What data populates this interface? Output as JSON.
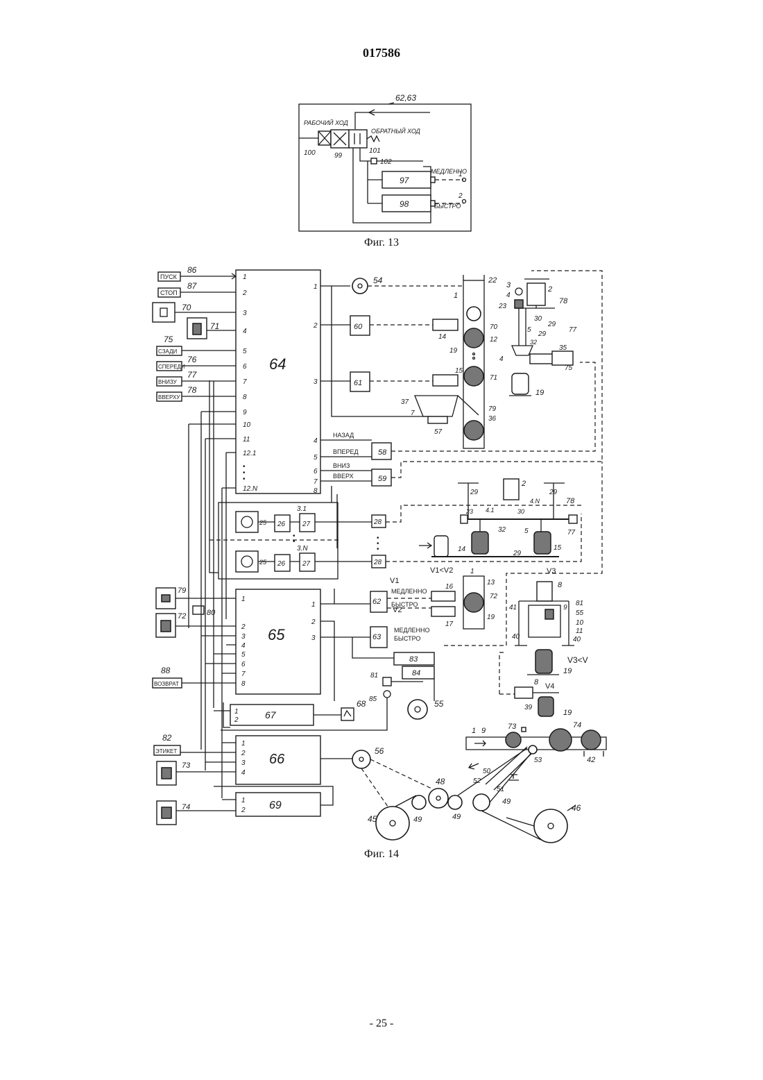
{
  "header": {
    "doc_number": "017586"
  },
  "fig13": {
    "caption": "Фиг. 13",
    "title_ref": "62,63",
    "labels": {
      "work": "РАБОЧИЙ ХОД",
      "reverse": "ОБРАТНЫЙ ХОД",
      "slow": "МЕДЛЕННО",
      "fast": "БЫСТРО"
    },
    "refs": {
      "r100": "100",
      "r99": "99",
      "r101": "101",
      "r102": "102",
      "r97": "97",
      "r98": "98",
      "t1": "1",
      "t2": "2"
    }
  },
  "fig14": {
    "caption": "Фиг. 14",
    "controllers": {
      "c64": "64",
      "c65": "65",
      "c66": "66",
      "c67": "67",
      "c69": "69"
    },
    "buttons": [
      {
        "text": "ПУСК",
        "ref": "86"
      },
      {
        "text": "СТОП",
        "ref": "87"
      },
      {
        "text": "",
        "ref": "70"
      },
      {
        "text": "",
        "ref": "71"
      },
      {
        "text": "СЗАДИ",
        "ref": "75"
      },
      {
        "text": "СПЕРЕДИ",
        "ref": "76"
      },
      {
        "text": "ВНИЗУ",
        "ref": "77"
      },
      {
        "text": "ВВЕРХУ",
        "ref": "78"
      }
    ],
    "in64": [
      "1",
      "2",
      "3",
      "4",
      "5",
      "6",
      "7",
      "8",
      "9",
      "10",
      "11",
      "12.1",
      "12.N"
    ],
    "out64": [
      "1",
      "2",
      "3",
      "4",
      "5",
      "6",
      "7",
      "8"
    ],
    "direction_labels": {
      "back": "НАЗАД",
      "forward": "ВПЕРЕД",
      "down": "ВНИЗ",
      "up": "ВВЕРХ"
    },
    "blocks": {
      "b60": "60",
      "b61": "61",
      "b58": "58",
      "b59": "59",
      "b62": "62",
      "b63": "63",
      "b83": "83",
      "b84": "84",
      "b28a": "28",
      "b28b": "28"
    },
    "photo_group": {
      "s1": "3.1",
      "sN": "3.N",
      "r25": "25",
      "r26": "26",
      "r27": "27"
    },
    "speed": {
      "v1": "V1",
      "v2": "V2",
      "v3": "V3",
      "v4": "V4",
      "cmp12": "V1<V2",
      "cmp3": "V3<V",
      "slow": "МЕДЛЕННО",
      "fast": "БЫСТРО"
    },
    "left_inputs": {
      "r79": "79",
      "r72": "72",
      "r80": "80",
      "r88": "88",
      "label88": "ВОЗВРАТ",
      "r82": "82",
      "label82": "ЭТИКЕТ",
      "r73": "73",
      "r74": "74"
    },
    "in65": [
      "1",
      "2",
      "3",
      "4",
      "5",
      "6",
      "7",
      "8"
    ],
    "out65": [
      "1",
      "2",
      "3"
    ],
    "in67": [
      "1",
      "2"
    ],
    "in66": [
      "1",
      "2",
      "3",
      "4"
    ],
    "in69": [
      "1",
      "2"
    ],
    "refs": {
      "r54": "54",
      "r55": "55",
      "r56": "56",
      "r57": "57",
      "r68": "68",
      "r81": "81",
      "r85": "85",
      "r45": "45",
      "r46": "46",
      "r48": "48",
      "r49": "49",
      "r50": "50",
      "r51": "51",
      "r52": "52",
      "r53": "53",
      "r1": "1",
      "r2": "2",
      "r3": "3",
      "r4": "4",
      "r5": "5",
      "r7": "7",
      "r8": "8",
      "r9": "9",
      "r10": "10",
      "r11": "11",
      "r12": "12",
      "r13": "13",
      "r14": "14",
      "r15": "15",
      "r16": "16",
      "r17": "17",
      "r19": "19",
      "r22": "22",
      "r23": "23",
      "r29": "29",
      "r30": "30",
      "r32": "32",
      "r35": "35",
      "r36": "36",
      "r37": "37",
      "r39": "39",
      "r40": "40",
      "r41": "41",
      "r42": "42",
      "r4_1": "4.1",
      "r4_N": "4.N"
    }
  },
  "footer": {
    "page": "- 25 -"
  }
}
